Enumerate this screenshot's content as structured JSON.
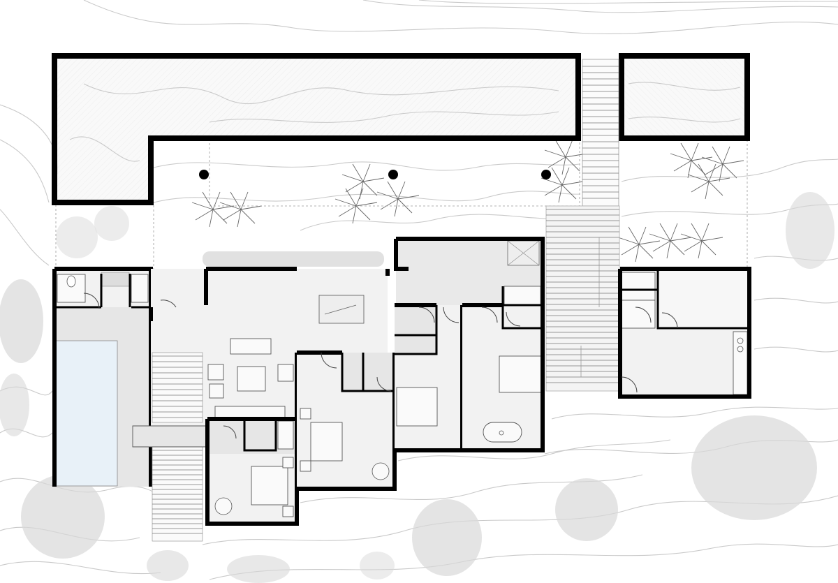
{
  "drawing": {
    "type": "architectural-floor-plan",
    "rooms": [
      {
        "id": "terrace-roof-west"
      },
      {
        "id": "terrace-roof-east"
      },
      {
        "id": "pool"
      },
      {
        "id": "living-room"
      },
      {
        "id": "kitchen"
      },
      {
        "id": "bedroom-1"
      },
      {
        "id": "bedroom-2"
      },
      {
        "id": "bedroom-3"
      },
      {
        "id": "bedroom-4"
      },
      {
        "id": "guest-house"
      }
    ],
    "features": [
      "contour-lines",
      "vegetation",
      "stairs",
      "billiard-table",
      "bathtub",
      "columns"
    ],
    "colors": {
      "wall": "#000000",
      "floor": "#f2f2f2",
      "pool": "#e8f1f8",
      "contour": "#c9c9c9",
      "vegetation": "#d0d0d0"
    }
  }
}
